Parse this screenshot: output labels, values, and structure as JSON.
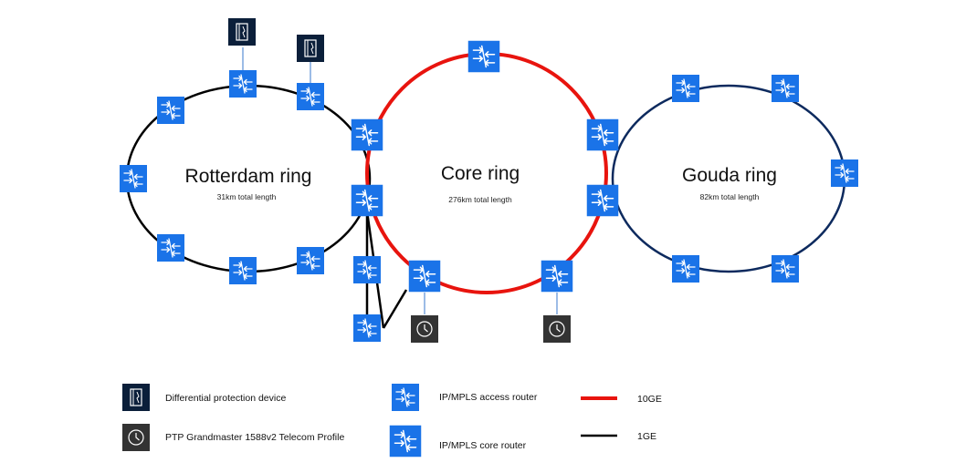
{
  "rings": {
    "rotterdam": {
      "title": "Rotterdam ring",
      "subtitle": "31km total length"
    },
    "core": {
      "title": "Core ring",
      "subtitle": "276km total length"
    },
    "gouda": {
      "title": "Gouda ring",
      "subtitle": "82km total length"
    }
  },
  "legend": {
    "differential": "Differential protection device",
    "ptp": "PTP Grandmaster 1588v2 Telecom Profile",
    "access_router": "IP/MPLS access router",
    "core_router": "IP/MPLS core router",
    "link_10ge": "10GE",
    "link_1ge": "1GE"
  },
  "colors": {
    "router": "#1a73e8",
    "link_10ge": "#e8140e",
    "link_1ge": "#000000",
    "gouda_ring": "#0d2a5e",
    "differential_device": "#0b1f3a",
    "ptp_device": "#333333",
    "uplink": "#5b8fd6"
  },
  "icons": {
    "router": "router-icon",
    "differential": "differential-protection-icon",
    "ptp": "clock-icon"
  }
}
